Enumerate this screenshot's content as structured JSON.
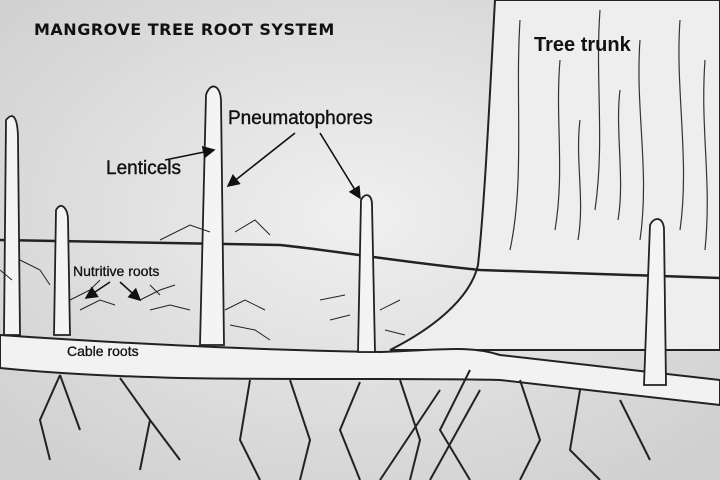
{
  "title": "MANGROVE TREE ROOT SYSTEM",
  "labels": {
    "tree_trunk": "Tree trunk",
    "pneumatophores": "Pneumatophores",
    "lenticels": "Lenticels",
    "nutritive_roots": "Nutritive roots",
    "cable_roots": "Cable roots"
  }
}
